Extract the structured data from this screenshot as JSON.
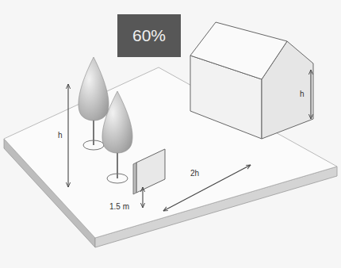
{
  "diagram": {
    "nodes": [
      {
        "text": [
          "60%"
        ]
      }
    ],
    "labels": [
      "h",
      "1.5 m",
      "2h",
      "h"
    ]
  }
}
